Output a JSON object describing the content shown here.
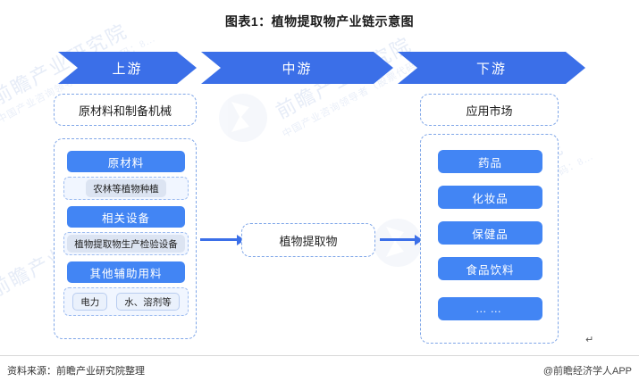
{
  "title": "图表1：植物提取物产业链示意图",
  "chevrons": [
    {
      "label": "上游"
    },
    {
      "label": "中游"
    },
    {
      "label": "下游"
    }
  ],
  "upstream": {
    "header": "原材料和制备机械",
    "groups": [
      {
        "title": "原材料",
        "items": [
          "农林等植物种植"
        ]
      },
      {
        "title": "相关设备",
        "items": [
          "植物提取物生产检验设备"
        ]
      },
      {
        "title": "其他辅助用料",
        "items": [
          "电力",
          "水、溶剂等"
        ]
      }
    ]
  },
  "midstream": {
    "label": "植物提取物"
  },
  "downstream": {
    "header": "应用市场",
    "items": [
      "药品",
      "化妆品",
      "保健品",
      "食品饮料",
      "……"
    ]
  },
  "footer": {
    "source": "资料来源：前瞻产业研究院整理",
    "brand": "@前瞻经济学人APP"
  },
  "watermarks": {
    "brand_text": "前瞻产业研究院",
    "sub_text": "中国产业咨询领导者（股票代码：8…",
    "cursor_mark": "↵"
  },
  "colors": {
    "chevron": "#3b6fe8",
    "pill": "#4285f4",
    "dash_border": "#7fa6e8",
    "sub_chip": "#dce4f2",
    "sub_wrap_bg": "#f1f6ff"
  }
}
